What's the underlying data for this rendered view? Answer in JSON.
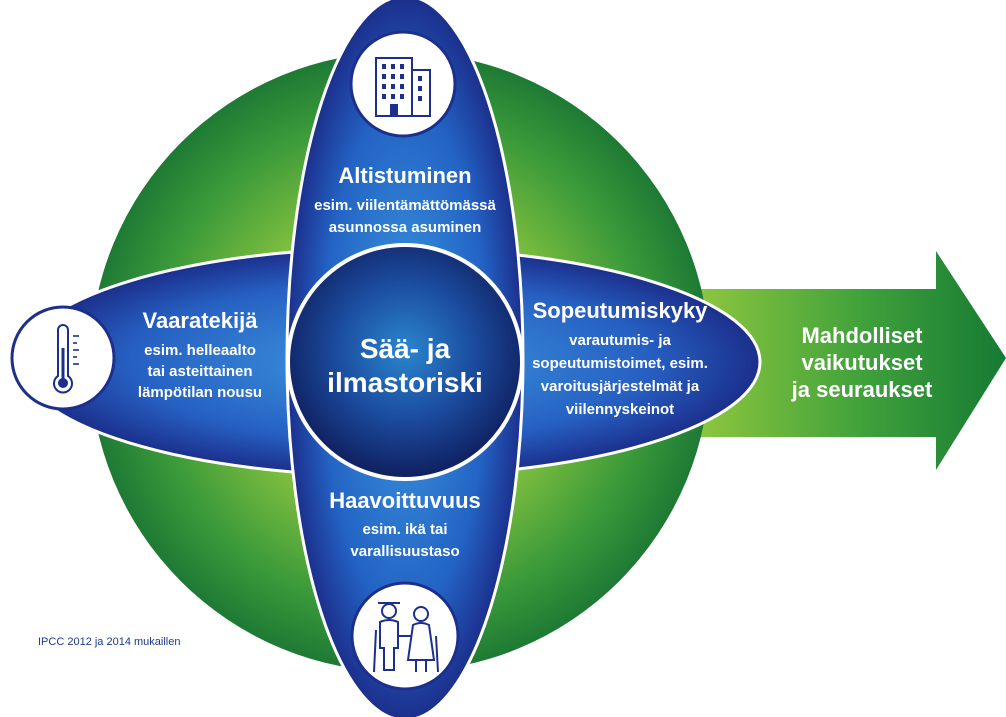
{
  "center": {
    "line1": "Sää- ja",
    "line2": "ilmastoriski"
  },
  "top": {
    "title": "Altistuminen",
    "line1": "esim. viilentämättömässä",
    "line2": "asunnossa asuminen",
    "icon": "building-icon"
  },
  "left": {
    "title": "Vaaratekijä",
    "line1": "esim. helleaalto",
    "line2": "tai asteittainen",
    "line3": "lämpötilan nousu",
    "icon": "thermometer-icon"
  },
  "right": {
    "title": "Sopeutumiskyky",
    "line1": "varautumis- ja",
    "line2": "sopeutumistoimet, esim.",
    "line3": "varoitusjärjestelmät ja",
    "line4": "viilennyskeinot"
  },
  "bottom": {
    "title": "Haavoittuvuus",
    "line1": "esim. ikä tai",
    "line2": "varallisuustaso",
    "icon": "elderly-couple-icon"
  },
  "arrow": {
    "line1": "Mahdolliset",
    "line2": "vaikutukset",
    "line3": "ja seuraukset"
  },
  "source": "IPCC 2012 ja 2014 mukaillen",
  "colors": {
    "green_light": "#8cc63f",
    "green_dark": "#1e7a34",
    "blue_light": "#2f87d8",
    "blue_dark": "#1c2f8c",
    "center_dark": "#0f1f5e"
  }
}
